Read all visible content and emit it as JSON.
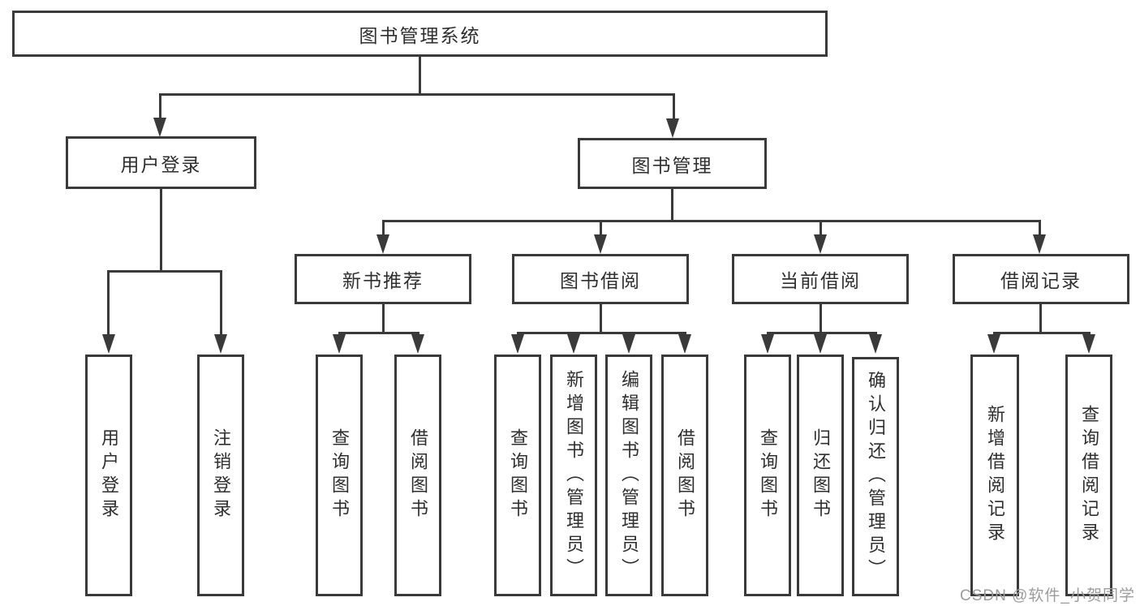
{
  "tree": {
    "root": "图书管理系统",
    "user": {
      "label": "用户登录",
      "children": [
        "用户登录",
        "注销登录"
      ]
    },
    "book": {
      "label": "图书管理",
      "sections": [
        {
          "label": "新书推荐",
          "children": [
            "查询图书",
            "借阅图书"
          ]
        },
        {
          "label": "图书借阅",
          "children": [
            "查询图书",
            "新增图书（管理员）",
            "编辑图书（管理员）",
            "借阅图书"
          ]
        },
        {
          "label": "当前借阅",
          "children": [
            "查询图书",
            "归还图书",
            "确认归还（管理员）"
          ]
        },
        {
          "label": "借阅记录",
          "children": [
            "新增借阅记录",
            "查询借阅记录"
          ]
        }
      ]
    }
  },
  "watermark": {
    "text": "CSDN @软件_小贺同学"
  },
  "colors": {
    "line": "#3a3a3a",
    "text": "#2f2f2f",
    "background": "#ffffff",
    "watermark": "#9c9c9c"
  }
}
